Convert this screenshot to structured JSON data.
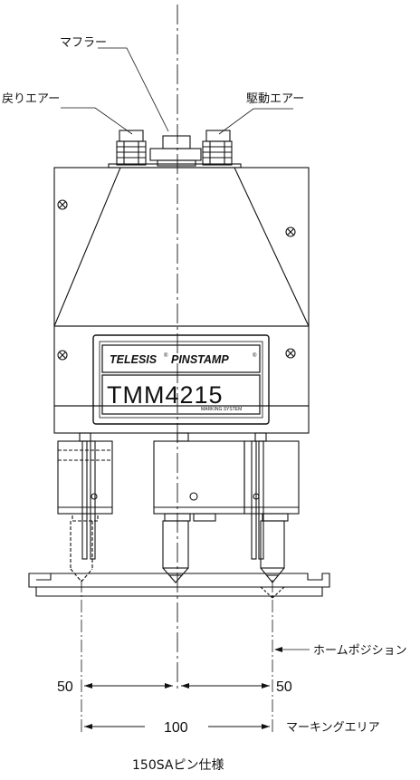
{
  "callouts": {
    "muffler": "マフラー",
    "return_air": "戻りエアー",
    "drive_air": "駆動エアー",
    "home_position": "ホームポジション",
    "marking_area": "マーキングエリア"
  },
  "nameplate": {
    "brand": "TELESIS",
    "product": "PINSTAMP",
    "registered_mark": "®",
    "model": "TMM4215",
    "model_sub": "MARKING SYSTEM"
  },
  "dimensions": {
    "left_offset": "50",
    "right_offset": "50",
    "marking_width": "100"
  },
  "caption": "150SAピン仕様"
}
